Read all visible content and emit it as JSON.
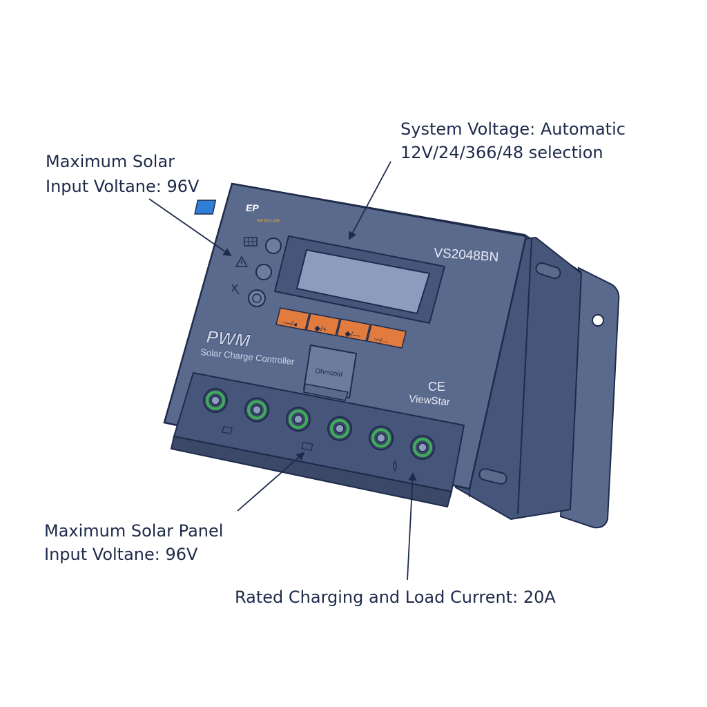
{
  "device": {
    "model": "VS2048BN",
    "brand_mark": "EP",
    "brand_sub": "EPSOLAR",
    "type_logo": "PWM",
    "type_subtitle": "Solar Charge Controller",
    "cover_label": "Ohmcold",
    "ce_mark": "CE",
    "maker": "ViewStar"
  },
  "buttons": [
    {
      "label": "—/◂"
    },
    {
      "label": "◆/+"
    },
    {
      "label": "◆/—"
    },
    {
      "label": "▫▫▫/→"
    }
  ],
  "indicator_icons": [
    "solar-panel-icon",
    "warning-icon",
    "load-icon"
  ],
  "terminals": {
    "count": 6,
    "ring_color": "#3fae5a"
  },
  "colors": {
    "housing": "#5a6a8c",
    "housing_dark": "#46557a",
    "housing_light": "#6d7c9e",
    "outline": "#1e2a4a",
    "lcd": "#8d9cbe",
    "button": "#e27c3e"
  },
  "callouts": {
    "system_voltage": {
      "line1": "System Voltage: Automatic",
      "line2": "12V/24/366/48 selection"
    },
    "max_solar_input": {
      "line1": "Maximum Solar",
      "line2": "Input Voltane: 96V"
    },
    "max_panel_input": {
      "line1": "Maximum Solar Panel",
      "line2": "Input Voltane: 96V"
    },
    "rated_current": {
      "line1": "Rated Charging and Load Current: 20A"
    }
  }
}
